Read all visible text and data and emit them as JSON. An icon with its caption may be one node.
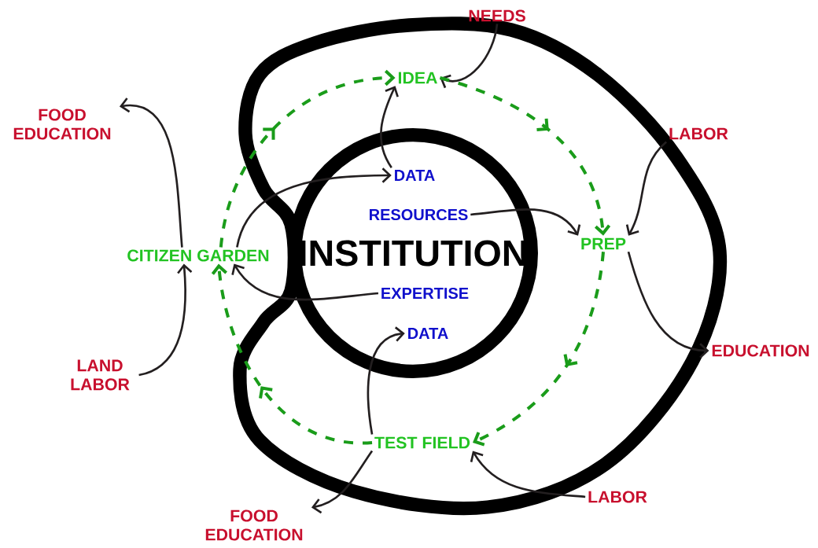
{
  "diagram": {
    "nodes": [
      {
        "text": [
          "NEEDS"
        ]
      },
      {
        "text": [
          "IDEA"
        ]
      },
      {
        "text": [
          "FOOD EDUCATION"
        ]
      },
      {
        "text": [
          "LABOR"
        ]
      },
      {
        "text": [
          "INSTITUTION"
        ]
      },
      {
        "text": [
          "DATA"
        ],
        "in": 4
      },
      {
        "text": [
          "RESOURCES"
        ],
        "in": 4
      },
      {
        "text": [
          "PREP"
        ]
      },
      {
        "text": [
          "CITIZEN GARDEN"
        ]
      },
      {
        "text": [
          "EXPERTISE"
        ],
        "in": 4
      },
      {
        "text": [
          "DATA"
        ],
        "in": 4
      },
      {
        "text": [
          "EDUCATION"
        ]
      },
      {
        "text": [
          "LAND LABOR"
        ]
      },
      {
        "text": [
          "TEST FIELD"
        ]
      },
      {
        "text": [
          "LABOR"
        ]
      },
      {
        "text": [
          "FOOD EDUCATION"
        ]
      }
    ],
    "edges": [
      {
        "from": 0,
        "to": 1,
        "arrow": "to"
      },
      {
        "from": 1,
        "to": 7,
        "arrow": "to",
        "style": "dashed",
        "color": "#1a9c1a"
      },
      {
        "from": 7,
        "to": 13,
        "arrow": "to",
        "style": "dashed",
        "color": "#1a9c1a"
      },
      {
        "from": 13,
        "to": 8,
        "arrow": "to",
        "style": "dashed",
        "color": "#1a9c1a"
      },
      {
        "from": 8,
        "to": 1,
        "arrow": "to",
        "style": "dashed",
        "color": "#1a9c1a"
      },
      {
        "from": 3,
        "to": 7,
        "arrow": "to"
      },
      {
        "from": 6,
        "to": 7,
        "arrow": "to"
      },
      {
        "from": 5,
        "to": 1,
        "arrow": "to"
      },
      {
        "from": 8,
        "to": 5,
        "arrow": "to"
      },
      {
        "from": 8,
        "to": 2,
        "arrow": "to"
      },
      {
        "from": 12,
        "to": 8,
        "arrow": "to"
      },
      {
        "from": 9,
        "to": 8,
        "arrow": "to"
      },
      {
        "from": 13,
        "to": 10,
        "arrow": "to"
      },
      {
        "from": 7,
        "to": 11,
        "arrow": "to"
      },
      {
        "from": 14,
        "to": 13,
        "arrow": "to"
      },
      {
        "from": 13,
        "to": 15,
        "arrow": "to"
      }
    ]
  }
}
